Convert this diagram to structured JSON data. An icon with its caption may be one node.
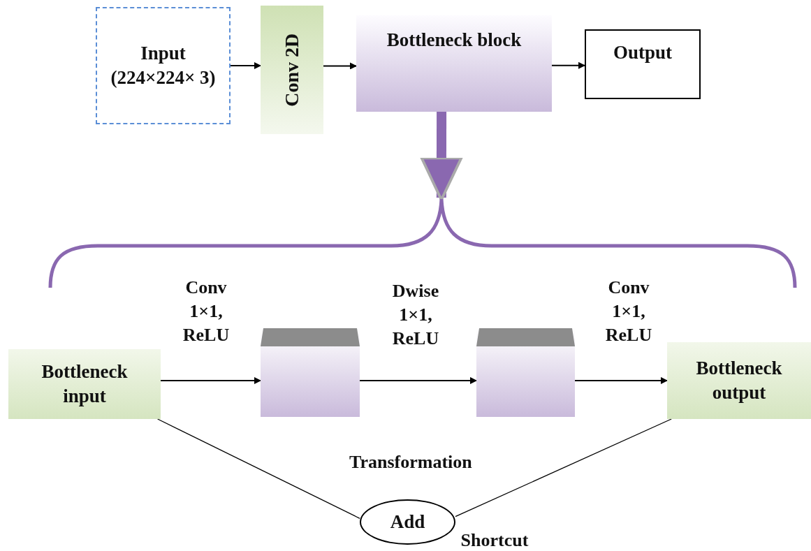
{
  "diagram": {
    "nodes": [
      {
        "text": [
          "Input (224×224× 3)"
        ]
      },
      {
        "text": [
          "Conv 2D"
        ]
      },
      {
        "text": [
          "Bottleneck block"
        ]
      },
      {
        "text": [
          "Output"
        ]
      },
      {
        "text": [
          "Bottleneck input"
        ]
      },
      {
        "text": [],
        "shape": "box"
      },
      {
        "text": [],
        "shape": "box"
      },
      {
        "text": [
          "Bottleneck output"
        ]
      },
      {
        "text": [
          "Add"
        ]
      },
      {
        "text": [],
        "shape": "brace"
      }
    ],
    "edges": [
      {
        "from": 0,
        "to": 1,
        "arrow": "to"
      },
      {
        "from": 1,
        "to": 2,
        "arrow": "to"
      },
      {
        "from": 2,
        "to": 3,
        "arrow": "to"
      },
      {
        "from": 4,
        "to": 5,
        "arrow": "to",
        "label": "Conv 1×1, ReLU"
      },
      {
        "from": 5,
        "to": 6,
        "arrow": "to",
        "label": "Dwise 1×1, ReLU"
      },
      {
        "from": 6,
        "to": 7,
        "arrow": "to",
        "label": "Conv 1×1, ReLU"
      },
      {
        "from": 4,
        "to": 8,
        "arrow": "none"
      },
      {
        "from": 8,
        "to": 7,
        "arrow": "none"
      },
      {
        "from": 2,
        "to": 9,
        "arrow": "to",
        "style": "thick",
        "color": "#8a68b0"
      }
    ],
    "labels": [
      "Transformation",
      "Shortcut"
    ]
  }
}
